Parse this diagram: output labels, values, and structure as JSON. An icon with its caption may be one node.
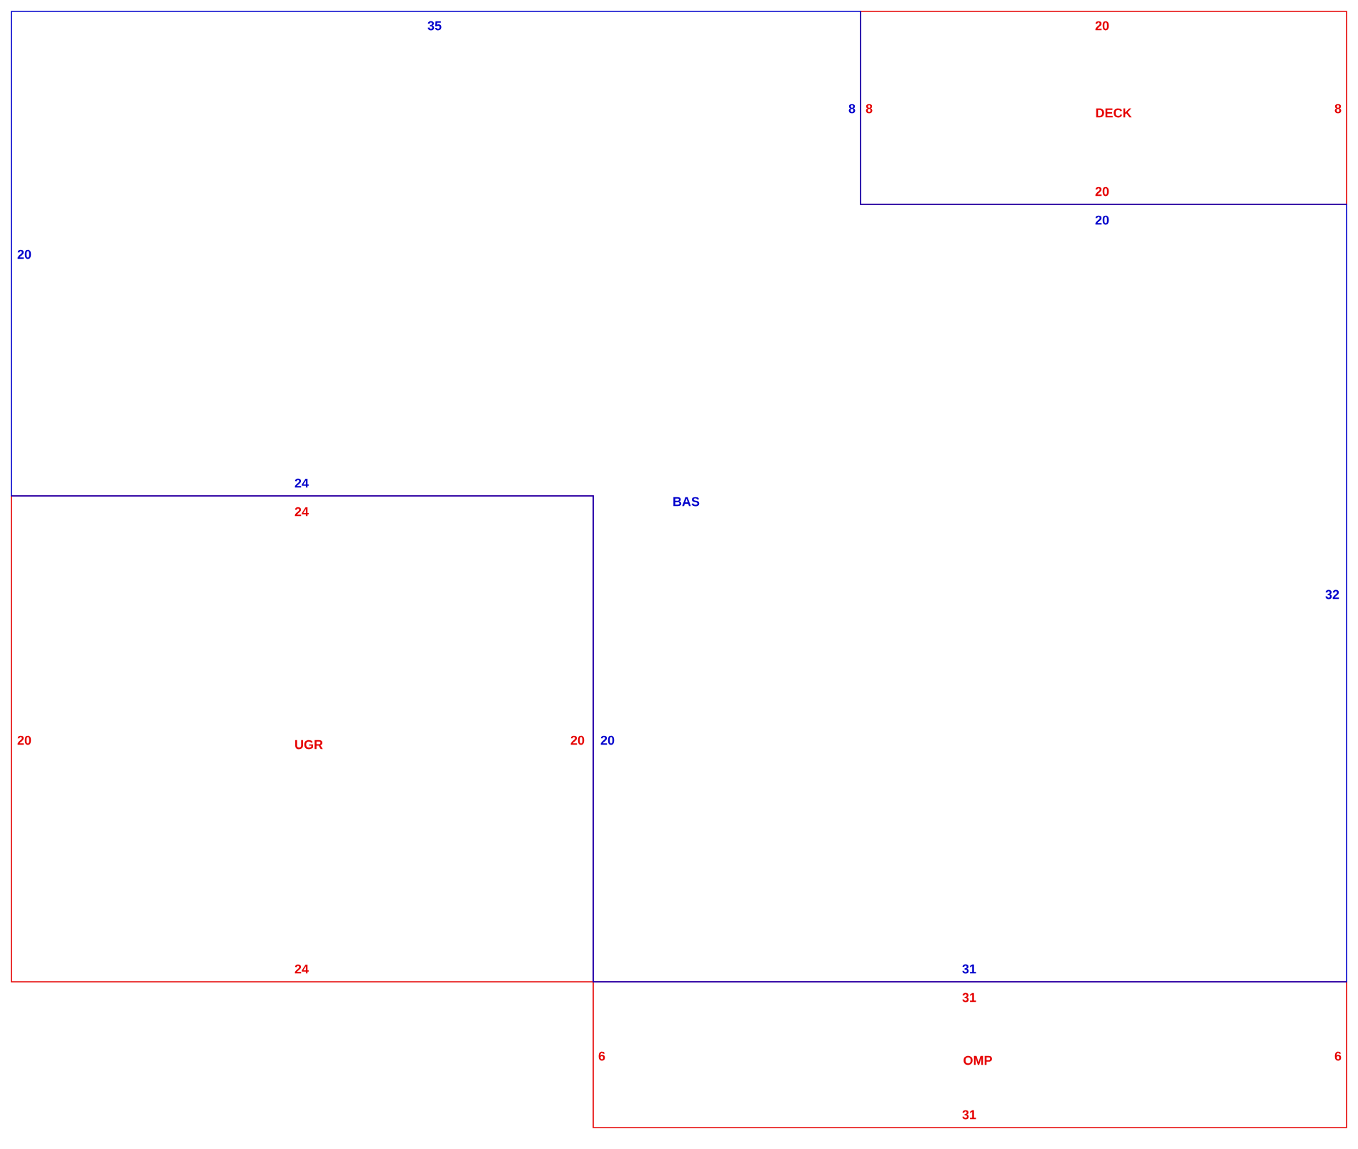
{
  "diagram": {
    "nodes": [
      {
        "text": [
          "DECK"
        ]
      },
      {
        "text": [
          "BAS"
        ]
      },
      {
        "text": [
          "UGR"
        ]
      },
      {
        "text": [
          "OMP"
        ]
      }
    ],
    "labels": [
      "35",
      "20",
      "8",
      "8",
      "8",
      "20",
      "20",
      "20",
      "24",
      "24",
      "32",
      "20",
      "20",
      "20",
      "24",
      "31",
      "31",
      "6",
      "6",
      "31"
    ]
  }
}
